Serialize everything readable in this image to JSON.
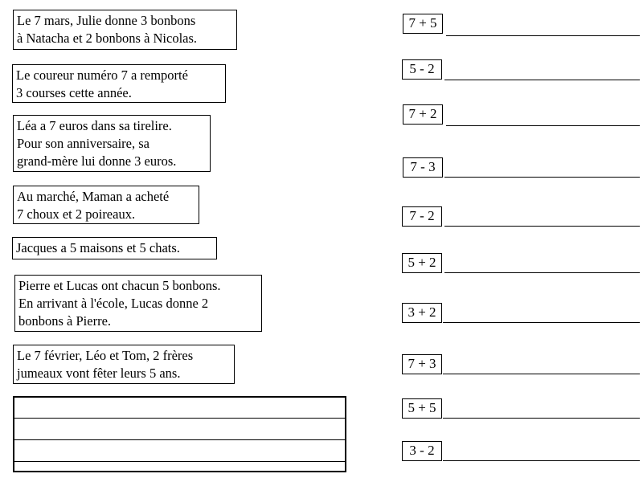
{
  "problems": [
    "Le 7 mars, Julie donne 3 bonbons\nà Natacha et 2 bonbons à Nicolas.",
    "Le coureur numéro 7 a remporté\n3 courses cette année.",
    "Léa a 7 euros dans sa tirelire.\nPour son anniversaire, sa\ngrand-mère lui donne 3 euros.",
    "Au marché, Maman a acheté\n7 choux et 2 poireaux.",
    "Jacques a 5 maisons et 5 chats.",
    "Pierre et Lucas ont chacun 5 bonbons.\nEn arrivant à l'école, Lucas donne 2\nbonbons à Pierre.",
    "Le 7 février, Léo et Tom, 2 frères\njumeaux vont fêter leurs 5 ans."
  ],
  "expressions": [
    "7 + 5",
    "5 - 2",
    "7 + 2",
    "7 - 3",
    "7 - 2",
    "5 + 2",
    "3 + 2",
    "7 + 3",
    "5 + 5",
    "3 - 2"
  ]
}
